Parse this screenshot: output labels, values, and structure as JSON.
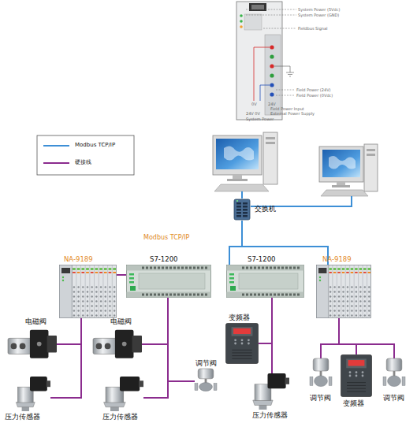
{
  "diagram": {
    "nodes": [
      {
        "text": [
          "交换机"
        ]
      },
      {
        "text": [
          "NA-9189"
        ]
      },
      {
        "text": [
          "S7-1200"
        ]
      },
      {
        "text": [
          "S7-1200"
        ]
      },
      {
        "text": [
          "NA-9189"
        ]
      },
      {
        "text": [
          "电磁阀"
        ]
      },
      {
        "text": [
          "压力传感器"
        ]
      },
      {
        "text": [
          "电磁阀"
        ]
      },
      {
        "text": [
          "压力传感器"
        ]
      },
      {
        "text": [
          "调节阀"
        ]
      },
      {
        "text": [
          "变频器"
        ]
      },
      {
        "text": [
          "压力传感器"
        ]
      },
      {
        "text": [
          "调节阀"
        ]
      },
      {
        "text": [
          "变频器"
        ]
      },
      {
        "text": [
          "调节阀"
        ]
      }
    ],
    "edges": [
      {
        "from": 0,
        "to": 2,
        "arrow": "none"
      },
      {
        "from": 0,
        "to": 3,
        "arrow": "none"
      },
      {
        "from": 0,
        "to": 4,
        "arrow": "none"
      },
      {
        "from": 1,
        "to": 2,
        "arrow": "none"
      },
      {
        "from": 1,
        "to": 5,
        "arrow": "none"
      },
      {
        "from": 1,
        "to": 6,
        "arrow": "none"
      },
      {
        "from": 2,
        "to": 7,
        "arrow": "none"
      },
      {
        "from": 2,
        "to": 8,
        "arrow": "none"
      },
      {
        "from": 2,
        "to": 9,
        "arrow": "none"
      },
      {
        "from": 3,
        "to": 10,
        "arrow": "none"
      },
      {
        "from": 3,
        "to": 11,
        "arrow": "none"
      },
      {
        "from": 4,
        "to": 12,
        "arrow": "none"
      },
      {
        "from": 4,
        "to": 13,
        "arrow": "none"
      },
      {
        "from": 4,
        "to": 14,
        "arrow": "none"
      }
    ],
    "labels": [
      "Modbus TCP/IP",
      "System Power (5Vdc)",
      "System Power (GND)",
      "Fieldbus Signal",
      "Field Power (24V)",
      "Field Power (0Vdc)",
      "0V",
      "24V",
      "Field Power Input",
      "External Power Supply",
      "24V 0V",
      "System Power"
    ],
    "legend": [
      {
        "text": "Modbus TCP/IP"
      },
      {
        "text": "硬接线"
      }
    ]
  }
}
